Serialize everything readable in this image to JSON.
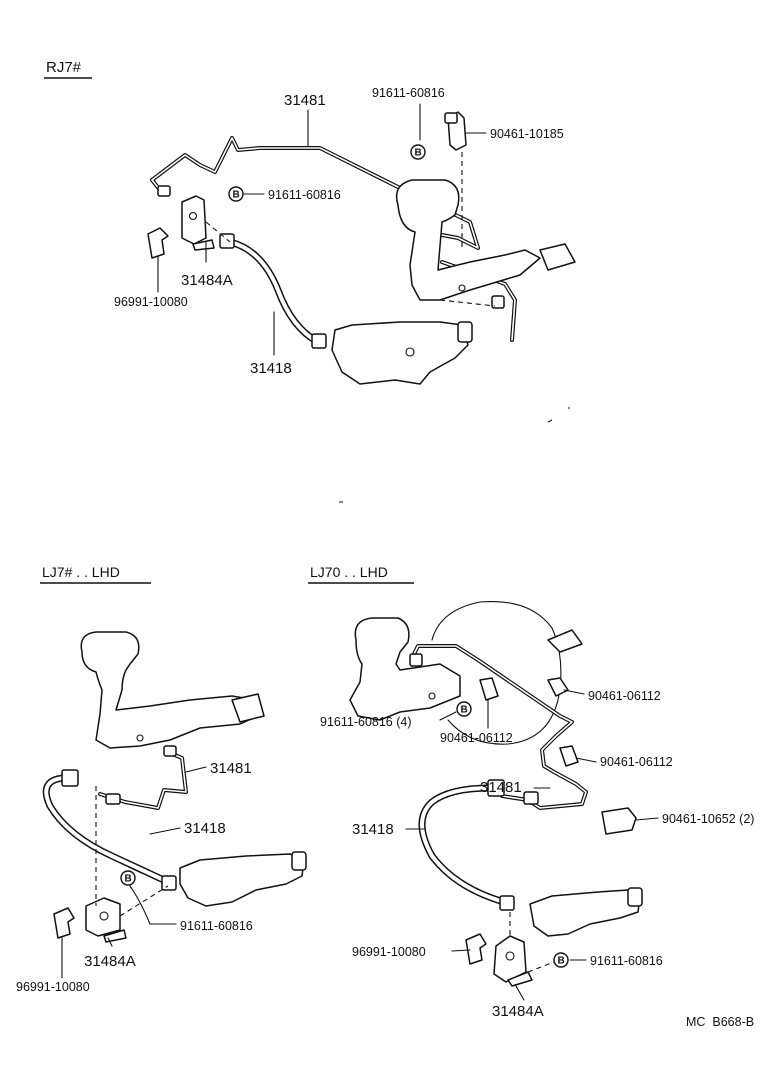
{
  "sections": [
    {
      "title": "RJ7#",
      "labels": [
        "31481",
        "91611-60816",
        "90461-10185",
        "91611-60816",
        "31484A",
        "96991-10080",
        "31418"
      ]
    },
    {
      "title": "LJ7# . . LHD",
      "labels": [
        "31481",
        "31418",
        "91611-60816",
        "31484A",
        "96991-10080"
      ]
    },
    {
      "title": "LJ70 . . LHD",
      "labels": [
        "90461-06112",
        "91611-60816 (4)",
        "90461-06112",
        "90461-06112",
        "31481",
        "90461-10652 (2)",
        "31418",
        "96991-10080",
        "91611-60816",
        "31484A"
      ]
    }
  ],
  "bolt_marker": "B",
  "footer_code": "MC  B668-B"
}
